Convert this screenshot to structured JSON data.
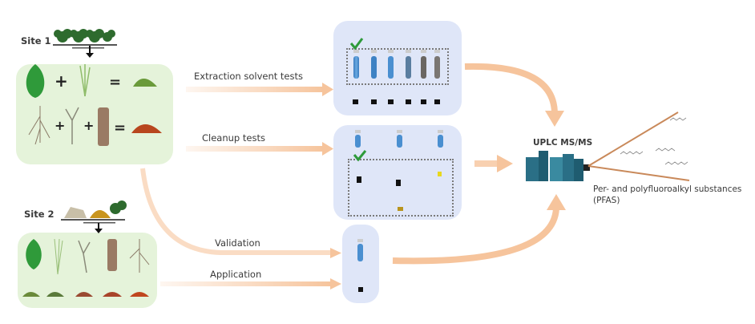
{
  "sites": {
    "site1": {
      "label": "Site 1"
    },
    "site2": {
      "label": "Site 2"
    }
  },
  "flows": {
    "extraction": "Extraction solvent tests",
    "cleanup": "Cleanup tests",
    "validation": "Validation",
    "application": "Application"
  },
  "instrument": {
    "label": "UPLC MS/MS"
  },
  "output": {
    "line1": "Per- and polyfluoroalkyl substances",
    "line2": "(PFAS)"
  },
  "colors": {
    "arrow": "#f6c49c",
    "green_panel": "#e5f3da",
    "blue_panel": "#dfe6f8",
    "check": "#2e9a3a",
    "tube_blue": "#4a8fd0",
    "spe_black": "#111111",
    "instrument": "#2a6f86"
  }
}
